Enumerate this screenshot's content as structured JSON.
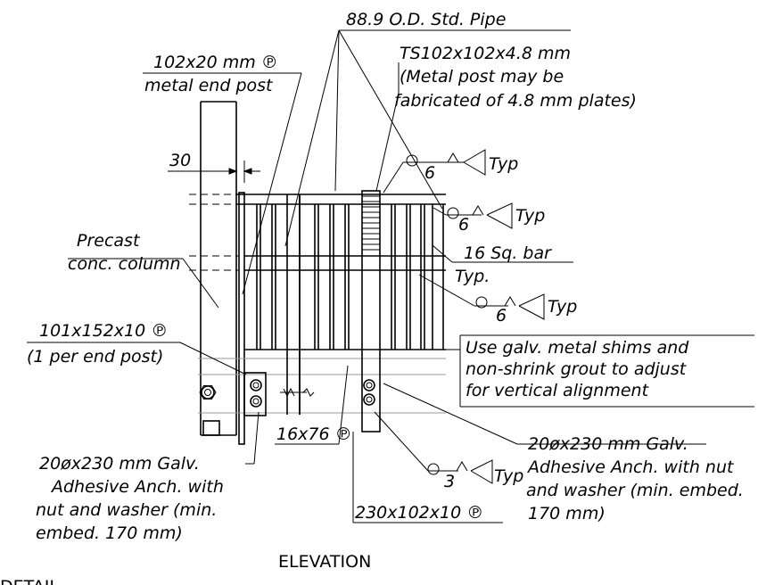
{
  "drawing": {
    "labels": {
      "pipe": "88.9 O.D. Std. Pipe",
      "end_plate_1": "102x20 mm ℗",
      "end_plate_2": "metal end post",
      "ts_1": "TS102x102x4.8 mm",
      "ts_2": "(Metal post may be",
      "ts_3": "fabricated of 4.8 mm plates)",
      "dim_30": "30",
      "precast_1": "Precast",
      "precast_2": "conc. column",
      "plate101_1": "101x152x10 ℗",
      "plate101_2": "(1 per end post)",
      "bar_1": "16 Sq. bar",
      "bar_2": "Typ.",
      "shims_1": "Use galv. metal shims and",
      "shims_2": "non-shrink grout to adjust",
      "shims_3": "for vertical alignment",
      "plate16": "16x76 ℗",
      "plate230": "230x102x10 ℗",
      "anchor_left_1": "20øx230 mm Galv.",
      "anchor_left_2": "Adhesive Anch. with",
      "anchor_left_3": "nut and washer (min.",
      "anchor_left_4": "embed. 170 mm)",
      "anchor_right_1": "20øx230 mm Galv.",
      "anchor_right_2": "Adhesive Anch. with nut",
      "anchor_right_3": "and washer (min. embed.",
      "anchor_right_4": "170 mm)",
      "elevation": "ELEVATION",
      "detail": "DETAIL"
    },
    "welds": [
      {
        "size": "6",
        "typ": "Typ"
      },
      {
        "size": "6",
        "typ": "Typ"
      },
      {
        "size": "6",
        "typ": "Typ"
      },
      {
        "size": "3",
        "typ": "Typ"
      }
    ]
  }
}
